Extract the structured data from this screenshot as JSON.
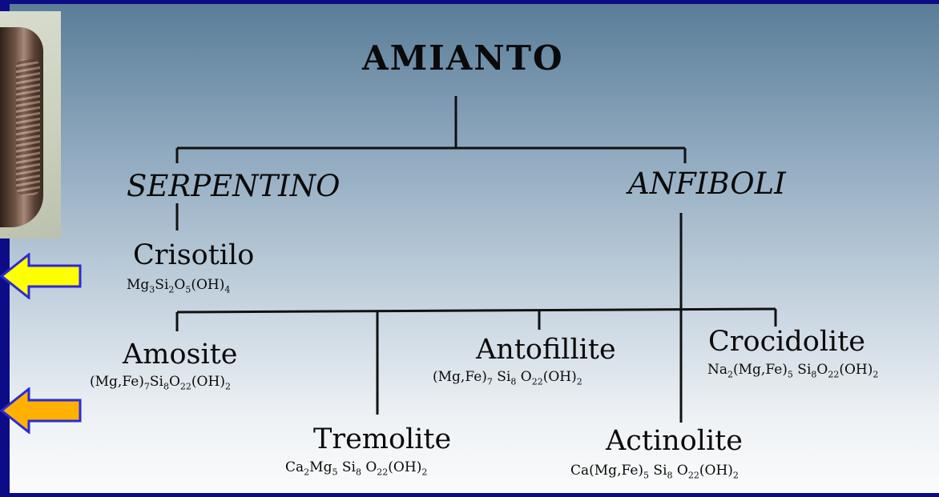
{
  "diagram": {
    "title": "AMIANTO",
    "categories": [
      {
        "id": "serpentino",
        "label": "SERPENTINO"
      },
      {
        "id": "anfiboli",
        "label": "ANFIBOLI"
      }
    ],
    "minerals": [
      {
        "id": "crisotilo",
        "name": "Crisotilo",
        "group": "serpentino",
        "formula": [
          [
            "Mg",
            ""
          ],
          [
            "3",
            "sub"
          ],
          [
            "Si",
            ""
          ],
          [
            "2",
            "sub"
          ],
          [
            "O",
            ""
          ],
          [
            "5",
            "sub"
          ],
          [
            "(OH)",
            ""
          ],
          [
            "4",
            "sub"
          ]
        ]
      },
      {
        "id": "amosite",
        "name": "Amosite",
        "group": "anfiboli",
        "formula": [
          [
            "(Mg,Fe)",
            ""
          ],
          [
            "7",
            "sub"
          ],
          [
            "Si",
            ""
          ],
          [
            "8",
            "sub"
          ],
          [
            "O",
            ""
          ],
          [
            "22",
            "sub"
          ],
          [
            "(OH)",
            ""
          ],
          [
            "2",
            "sub"
          ]
        ]
      },
      {
        "id": "antofillite",
        "name": "Antofillite",
        "group": "anfiboli",
        "formula": [
          [
            "(Mg,Fe)",
            ""
          ],
          [
            "7",
            "sub"
          ],
          [
            " Si",
            ""
          ],
          [
            "8",
            "sub"
          ],
          [
            " O",
            ""
          ],
          [
            "22",
            "sub"
          ],
          [
            "(OH)",
            ""
          ],
          [
            "2",
            "sub"
          ]
        ]
      },
      {
        "id": "crocidolite",
        "name": "Crocidolite",
        "group": "anfiboli",
        "formula": [
          [
            "Na",
            ""
          ],
          [
            "2",
            "sub"
          ],
          [
            "(Mg,Fe)",
            ""
          ],
          [
            "5",
            "sub"
          ],
          [
            " Si",
            ""
          ],
          [
            "8",
            "sub"
          ],
          [
            "O",
            ""
          ],
          [
            "22",
            "sub"
          ],
          [
            "(OH)",
            ""
          ],
          [
            "2",
            "sub"
          ]
        ]
      },
      {
        "id": "tremolite",
        "name": "Tremolite",
        "group": "anfiboli",
        "formula": [
          [
            "Ca",
            ""
          ],
          [
            "2",
            "sub"
          ],
          [
            "Mg",
            ""
          ],
          [
            "5",
            "sub"
          ],
          [
            " Si",
            ""
          ],
          [
            "8",
            "sub"
          ],
          [
            " O",
            ""
          ],
          [
            "22",
            "sub"
          ],
          [
            "(OH)",
            ""
          ],
          [
            "2",
            "sub"
          ]
        ]
      },
      {
        "id": "actinolite",
        "name": "Actinolite",
        "group": "anfiboli",
        "formula": [
          [
            "Ca(Mg,Fe)",
            ""
          ],
          [
            "5",
            "sub"
          ],
          [
            " Si",
            ""
          ],
          [
            "8",
            "sub"
          ],
          [
            " O",
            ""
          ],
          [
            "22",
            "sub"
          ],
          [
            "(OH)",
            ""
          ],
          [
            "2",
            "sub"
          ]
        ]
      }
    ]
  },
  "decorations": {
    "arrows": [
      {
        "name": "yellow-arrow-icon",
        "fill": "#ffff00",
        "stroke": "#2a2ad8"
      },
      {
        "name": "orange-arrow-icon",
        "fill": "#ffb000",
        "stroke": "#2a2ad8"
      }
    ],
    "colors": {
      "frame": "#0c0c86",
      "line": "#111111",
      "text": "#0a0a0a"
    }
  }
}
